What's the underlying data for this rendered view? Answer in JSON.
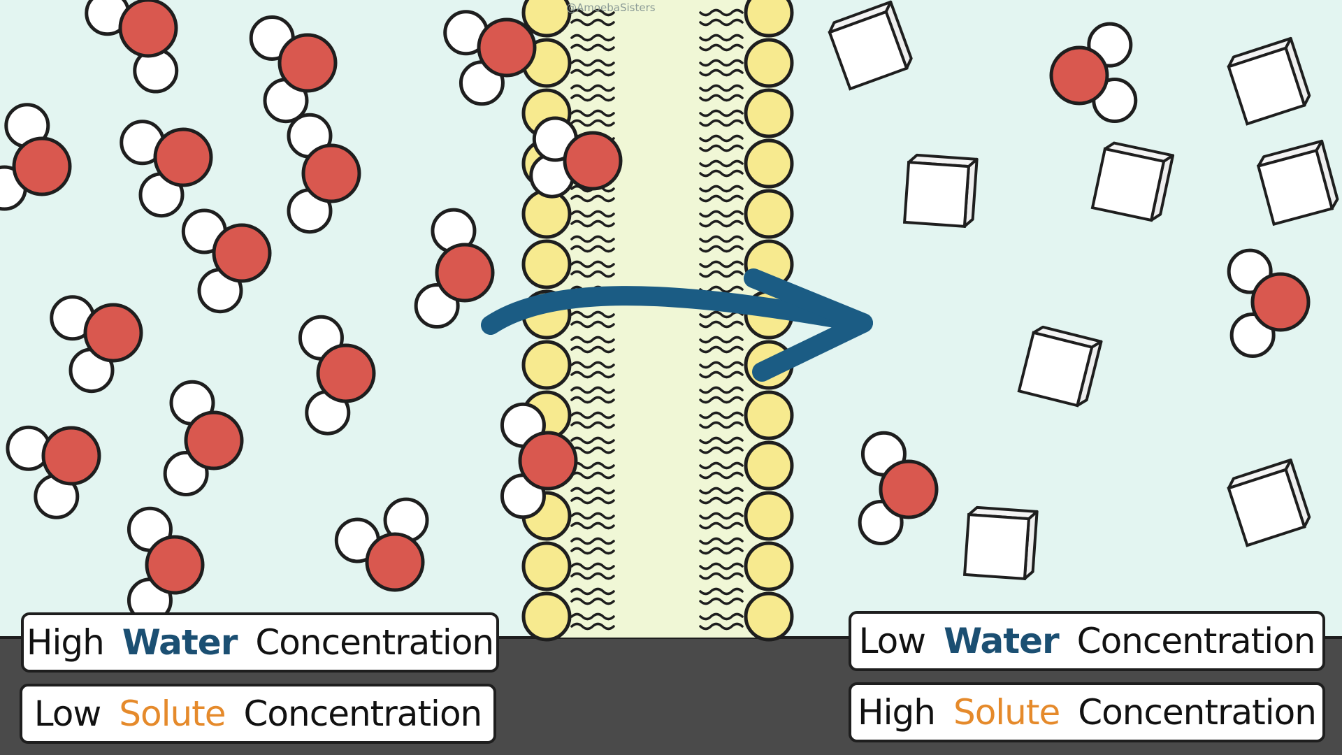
{
  "watermark": "@AmoebaSisters",
  "left_labels": {
    "water": {
      "level": "High",
      "substance": "Water",
      "measure": "Concentration"
    },
    "solute": {
      "level": "Low",
      "substance": "Solute",
      "measure": "Concentration"
    }
  },
  "right_labels": {
    "water": {
      "level": "Low",
      "substance": "Water",
      "measure": "Concentration"
    },
    "solute": {
      "level": "High",
      "substance": "Solute",
      "measure": "Concentration"
    }
  },
  "colors": {
    "background": "#e3f5f1",
    "oxygen": "#d9584f",
    "hydrogen": "#ffffff",
    "phospholipid_head": "#f7ea8f",
    "membrane_interior": "#f0f7d6",
    "arrow": "#1b5c84",
    "water_word": "#1b4f72",
    "solute_word": "#e58a2b",
    "floor": "#4a4a4a"
  },
  "icons": {
    "water_molecule": "water-molecule-icon",
    "solute_particle": "solute-cube-icon",
    "direction_arrow": "arrow-right-icon"
  }
}
